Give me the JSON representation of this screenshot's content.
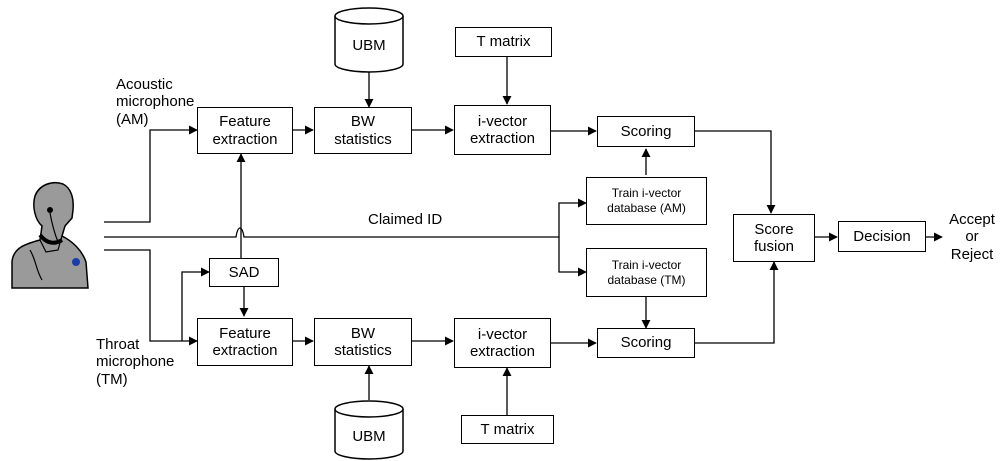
{
  "blocks": {
    "feature_extraction": "Feature\nextraction",
    "bw_statistics": "BW\nstatistics",
    "ivector_extraction": "i-vector\nextraction",
    "scoring": "Scoring",
    "t_matrix": "T matrix",
    "ubm": "UBM",
    "sad": "SAD",
    "train_db_am": "Train i-vector\ndatabase (AM)",
    "train_db_tm": "Train i-vector\ndatabase (TM)",
    "score_fusion": "Score\nfusion",
    "decision": "Decision"
  },
  "labels": {
    "acoustic_mic": "Acoustic\nmicrophone\n(AM)",
    "throat_mic": "Throat\nmicrophone\n(TM)",
    "claimed_id": "Claimed ID",
    "output": "Accept\nor\nReject"
  },
  "icons": {
    "speaker": "person-with-throat-microphone-icon"
  }
}
